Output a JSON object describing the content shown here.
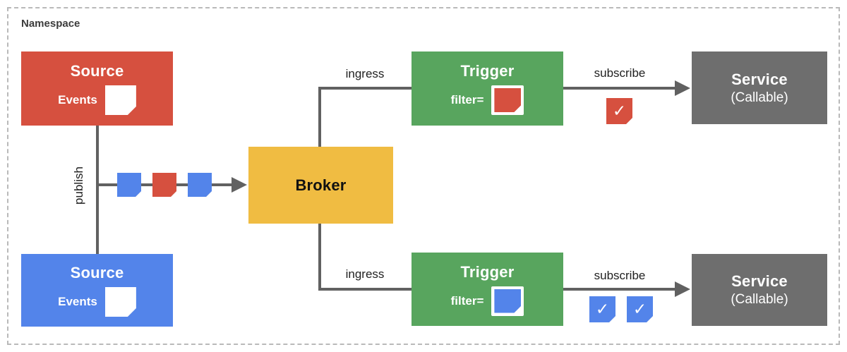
{
  "namespace": {
    "label": "Namespace"
  },
  "colors": {
    "red": "#D6503F",
    "blue": "#5384EA",
    "green": "#58A55E",
    "yellow": "#F0BC42",
    "gray": "#6E6E6E",
    "line": "#616161"
  },
  "nodes": {
    "source_top": {
      "title": "Source",
      "events_label": "Events",
      "color": "red"
    },
    "source_bottom": {
      "title": "Source",
      "events_label": "Events",
      "color": "blue"
    },
    "broker": {
      "title": "Broker",
      "color": "yellow"
    },
    "trigger_top": {
      "title": "Trigger",
      "filter_label": "filter=",
      "filter_color": "red",
      "color": "green"
    },
    "trigger_bottom": {
      "title": "Trigger",
      "filter_label": "filter=",
      "filter_color": "blue",
      "color": "green"
    },
    "service_top": {
      "title": "Service",
      "subtitle": "(Callable)",
      "color": "gray"
    },
    "service_bottom": {
      "title": "Service",
      "subtitle": "(Callable)",
      "color": "gray"
    }
  },
  "edges": {
    "publish": {
      "label": "publish"
    },
    "ingress_top": {
      "label": "ingress"
    },
    "ingress_bottom": {
      "label": "ingress"
    },
    "subscribe_top": {
      "label": "subscribe"
    },
    "subscribe_bottom": {
      "label": "subscribe"
    }
  },
  "event_stream": {
    "items": [
      "blue",
      "red",
      "blue"
    ]
  },
  "checks": {
    "glyph": "✓",
    "top": [
      "red"
    ],
    "bottom": [
      "blue",
      "blue"
    ]
  }
}
